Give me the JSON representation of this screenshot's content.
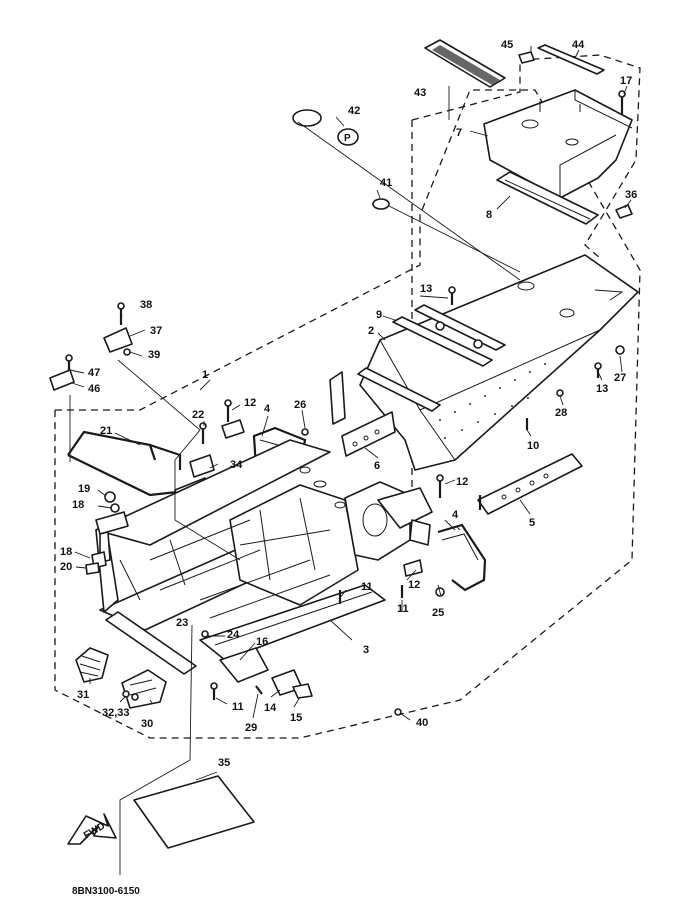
{
  "diagram_code": "8BN3100-6150",
  "fwd_label": "FWD",
  "callouts": {
    "c1": "1",
    "c2": "2",
    "c3": "3",
    "c4a": "4",
    "c4b": "4",
    "c5": "5",
    "c6": "6",
    "c7": "7",
    "c8": "8",
    "c9": "9",
    "c10": "10",
    "c11a": "11",
    "c11b": "11",
    "c11c": "11",
    "c12a": "12",
    "c12b": "12",
    "c12c": "12",
    "c13a": "13",
    "c13b": "13",
    "c14": "14",
    "c15": "15",
    "c16": "16",
    "c17": "17",
    "c18a": "18",
    "c18b": "18",
    "c19": "19",
    "c20": "20",
    "c21": "21",
    "c22": "22",
    "c23": "23",
    "c24": "24",
    "c25": "25",
    "c26": "26",
    "c27": "27",
    "c28": "28",
    "c29": "29",
    "c30": "30",
    "c31": "31",
    "c3233": "32,33",
    "c34": "34",
    "c35": "35",
    "c36": "36",
    "c37": "37",
    "c38": "38",
    "c39": "39",
    "c40": "40",
    "c41": "41",
    "c42": "42",
    "c43": "43",
    "c44": "44",
    "c45": "45",
    "c46": "46",
    "c47": "47"
  }
}
